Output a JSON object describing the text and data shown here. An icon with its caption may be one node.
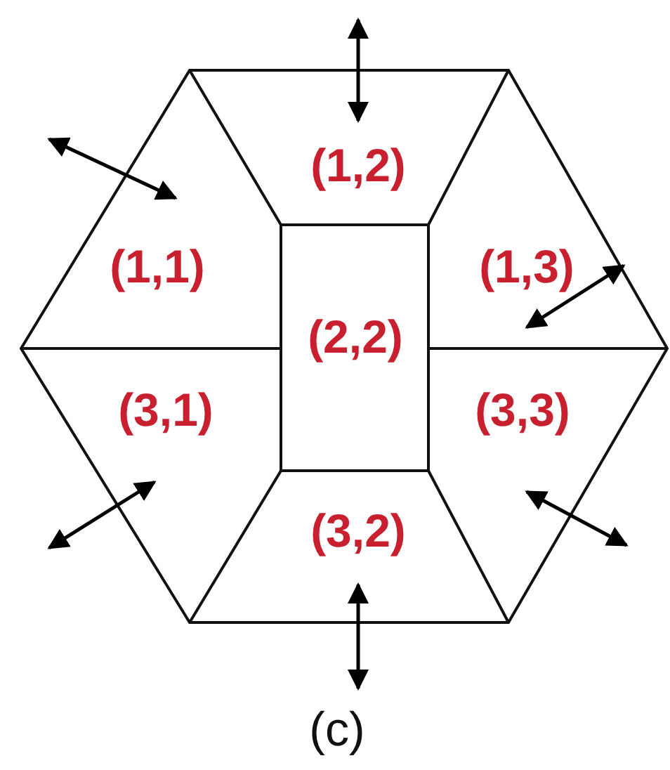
{
  "diagram": {
    "caption": "(c)",
    "labels": [
      "(1,2)",
      "(1,1)",
      "(1,3)",
      "(2,2)",
      "(3,1)",
      "(3,3)",
      "(3,2)"
    ]
  }
}
